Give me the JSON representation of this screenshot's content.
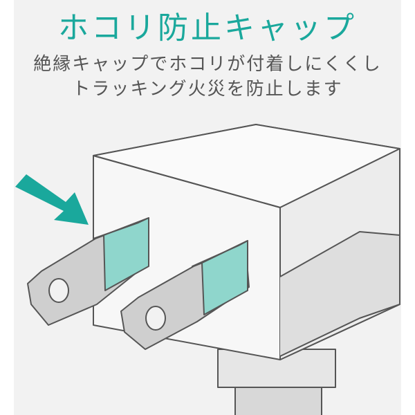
{
  "title": "ホコリ防止キャップ",
  "description": {
    "line1": "絶縁キャップでホコリが付着しにくくし",
    "line2": "トラッキング火災を防止します"
  },
  "colors": {
    "accent": "#1aa89c",
    "cap": "#8fd6cc",
    "arrow": "#1aa89c"
  }
}
